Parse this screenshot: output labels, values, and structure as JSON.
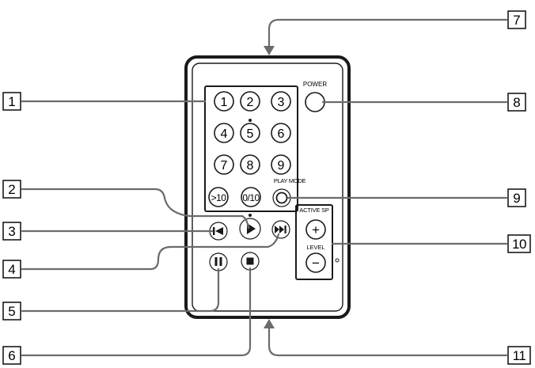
{
  "remote": {
    "power_label": "POWER",
    "play_mode_label": "PLAY MODE",
    "active_sp_label": "ACTIVE SP",
    "level_label": "LEVEL",
    "plus_sign": "+",
    "minus_sign": "−",
    "numeric_keys": [
      "1",
      "2",
      "3",
      "4",
      "5",
      "6",
      "7",
      "8",
      "9",
      ">10",
      "0/10"
    ]
  },
  "callouts": [
    "1",
    "2",
    "3",
    "4",
    "5",
    "6",
    "7",
    "8",
    "9",
    "10",
    "11"
  ],
  "icons": {
    "power": "power-button",
    "prev": "previous-track-icon",
    "play": "play-icon",
    "next": "next-track-icon",
    "pause": "pause-icon",
    "stop": "stop-icon"
  },
  "colors": {
    "ink": "#1a1a1a",
    "leader": "#6b6b6b",
    "background": "#ffffff"
  }
}
